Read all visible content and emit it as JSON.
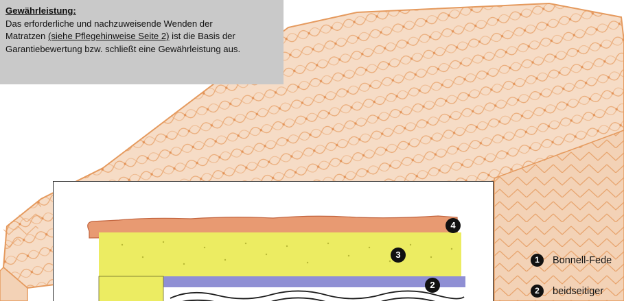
{
  "notice": {
    "title": "Gewährleistung:",
    "line1": "Das erforderliche und nachzuweisende Wenden der",
    "line2_pre": "Matratzen ",
    "line2_link": "(siehe Pflegehinweise Seite 2)",
    "line2_post": " ist die Basis der",
    "line3": "Garantiebewertung bzw. schließt eine Gewährleistung aus."
  },
  "cross_section": {
    "badges": [
      "4",
      "3",
      "2"
    ]
  },
  "legend": {
    "items": [
      {
        "num": "1",
        "label": "Bonnell-Fede"
      },
      {
        "num": "2",
        "label": "beidseitiger "
      }
    ]
  },
  "colors": {
    "mattress_fill": "#f6dcc6",
    "mattress_line": "#e59a5e",
    "foam_yellow": "#ecec62",
    "top_cover": "#e89a72",
    "felt_blue": "#8f8fd4",
    "notice_bg": "#c9c9c9"
  }
}
